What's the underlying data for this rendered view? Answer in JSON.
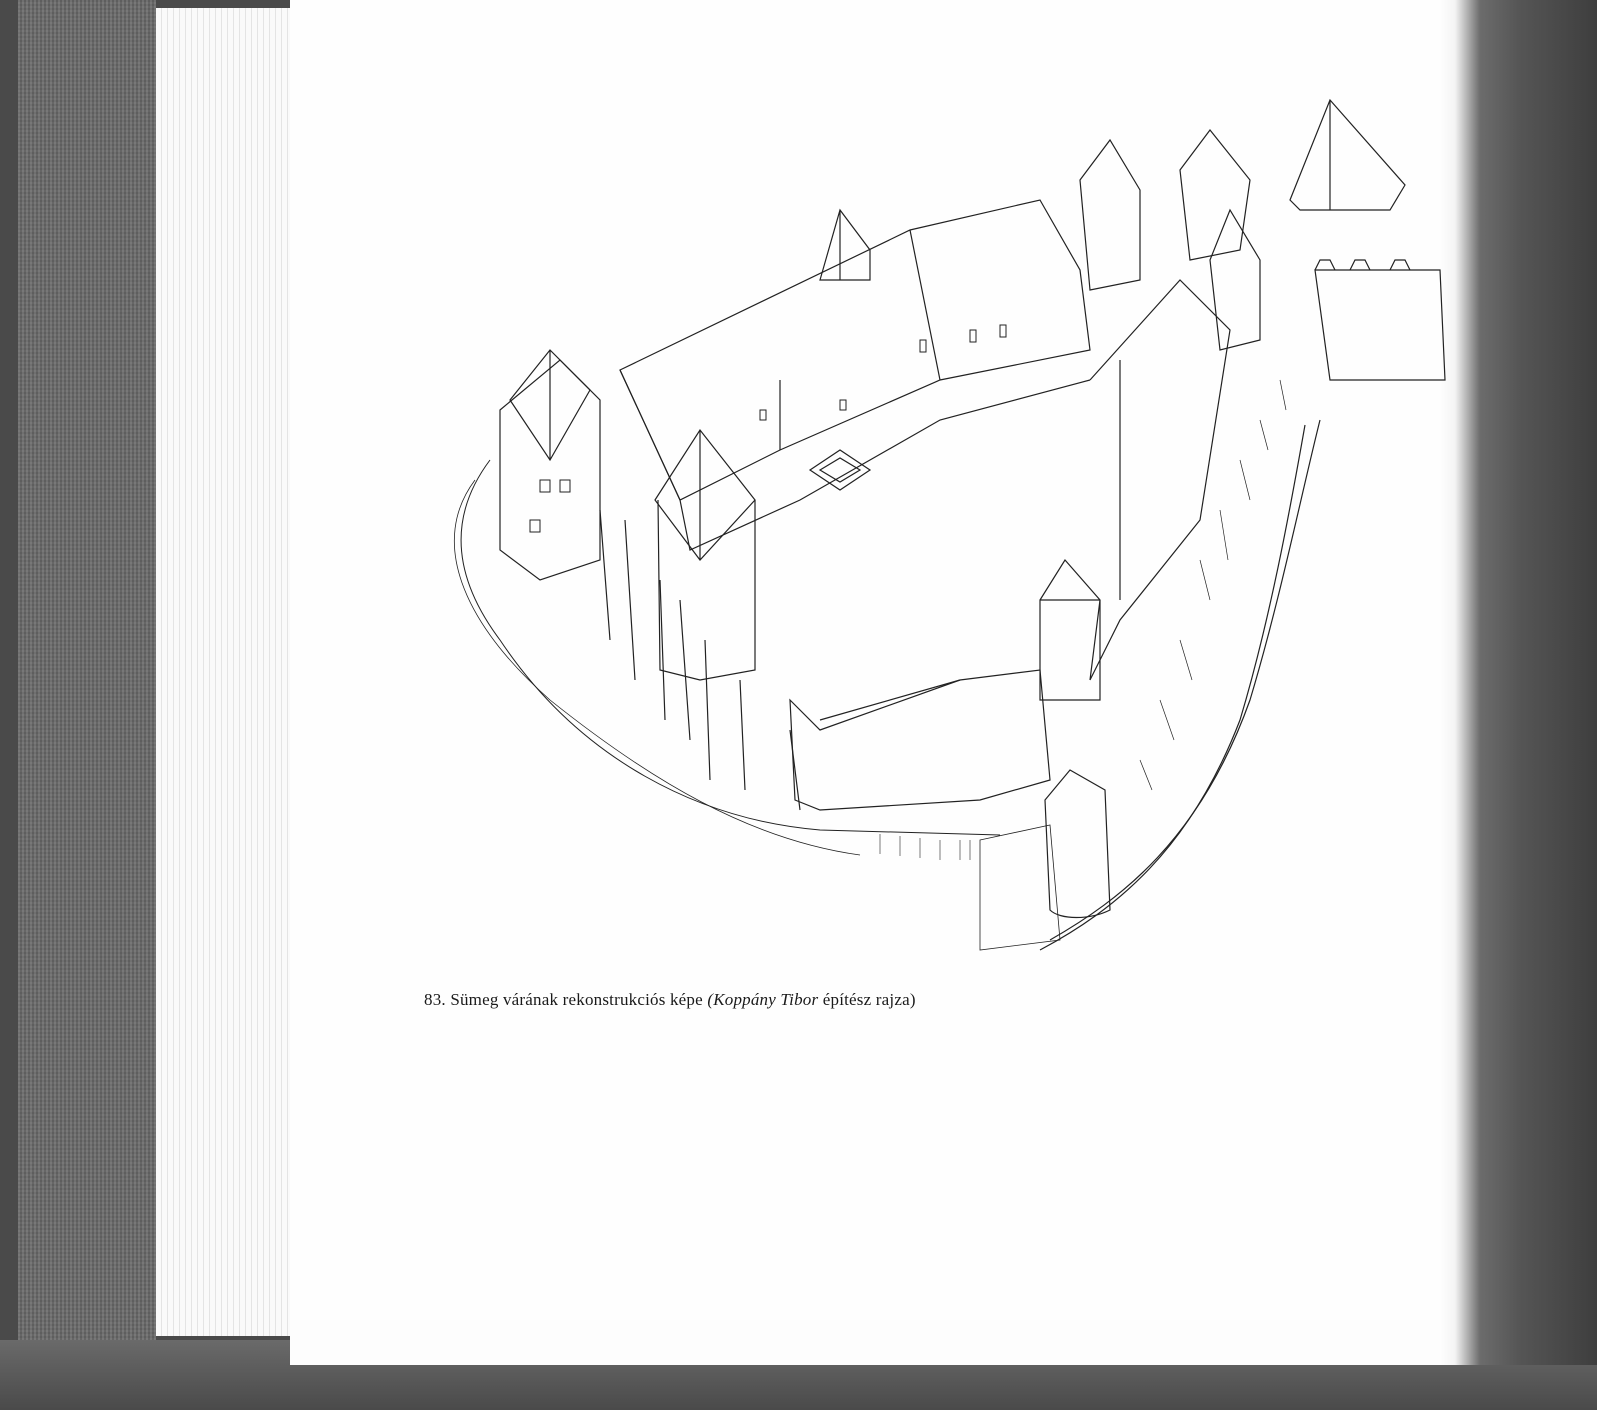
{
  "figure": {
    "number": "83.",
    "caption_main": "Sümeg várának rekonstrukciós képe",
    "caption_paren_open": "(",
    "caption_author": "Koppány Tibor",
    "caption_rest": "építész rajza)"
  },
  "colors": {
    "page": "#fefefe",
    "cloth": "#a3a3a3",
    "background": "#4a4a4a",
    "ink": "#1a1a1a"
  }
}
